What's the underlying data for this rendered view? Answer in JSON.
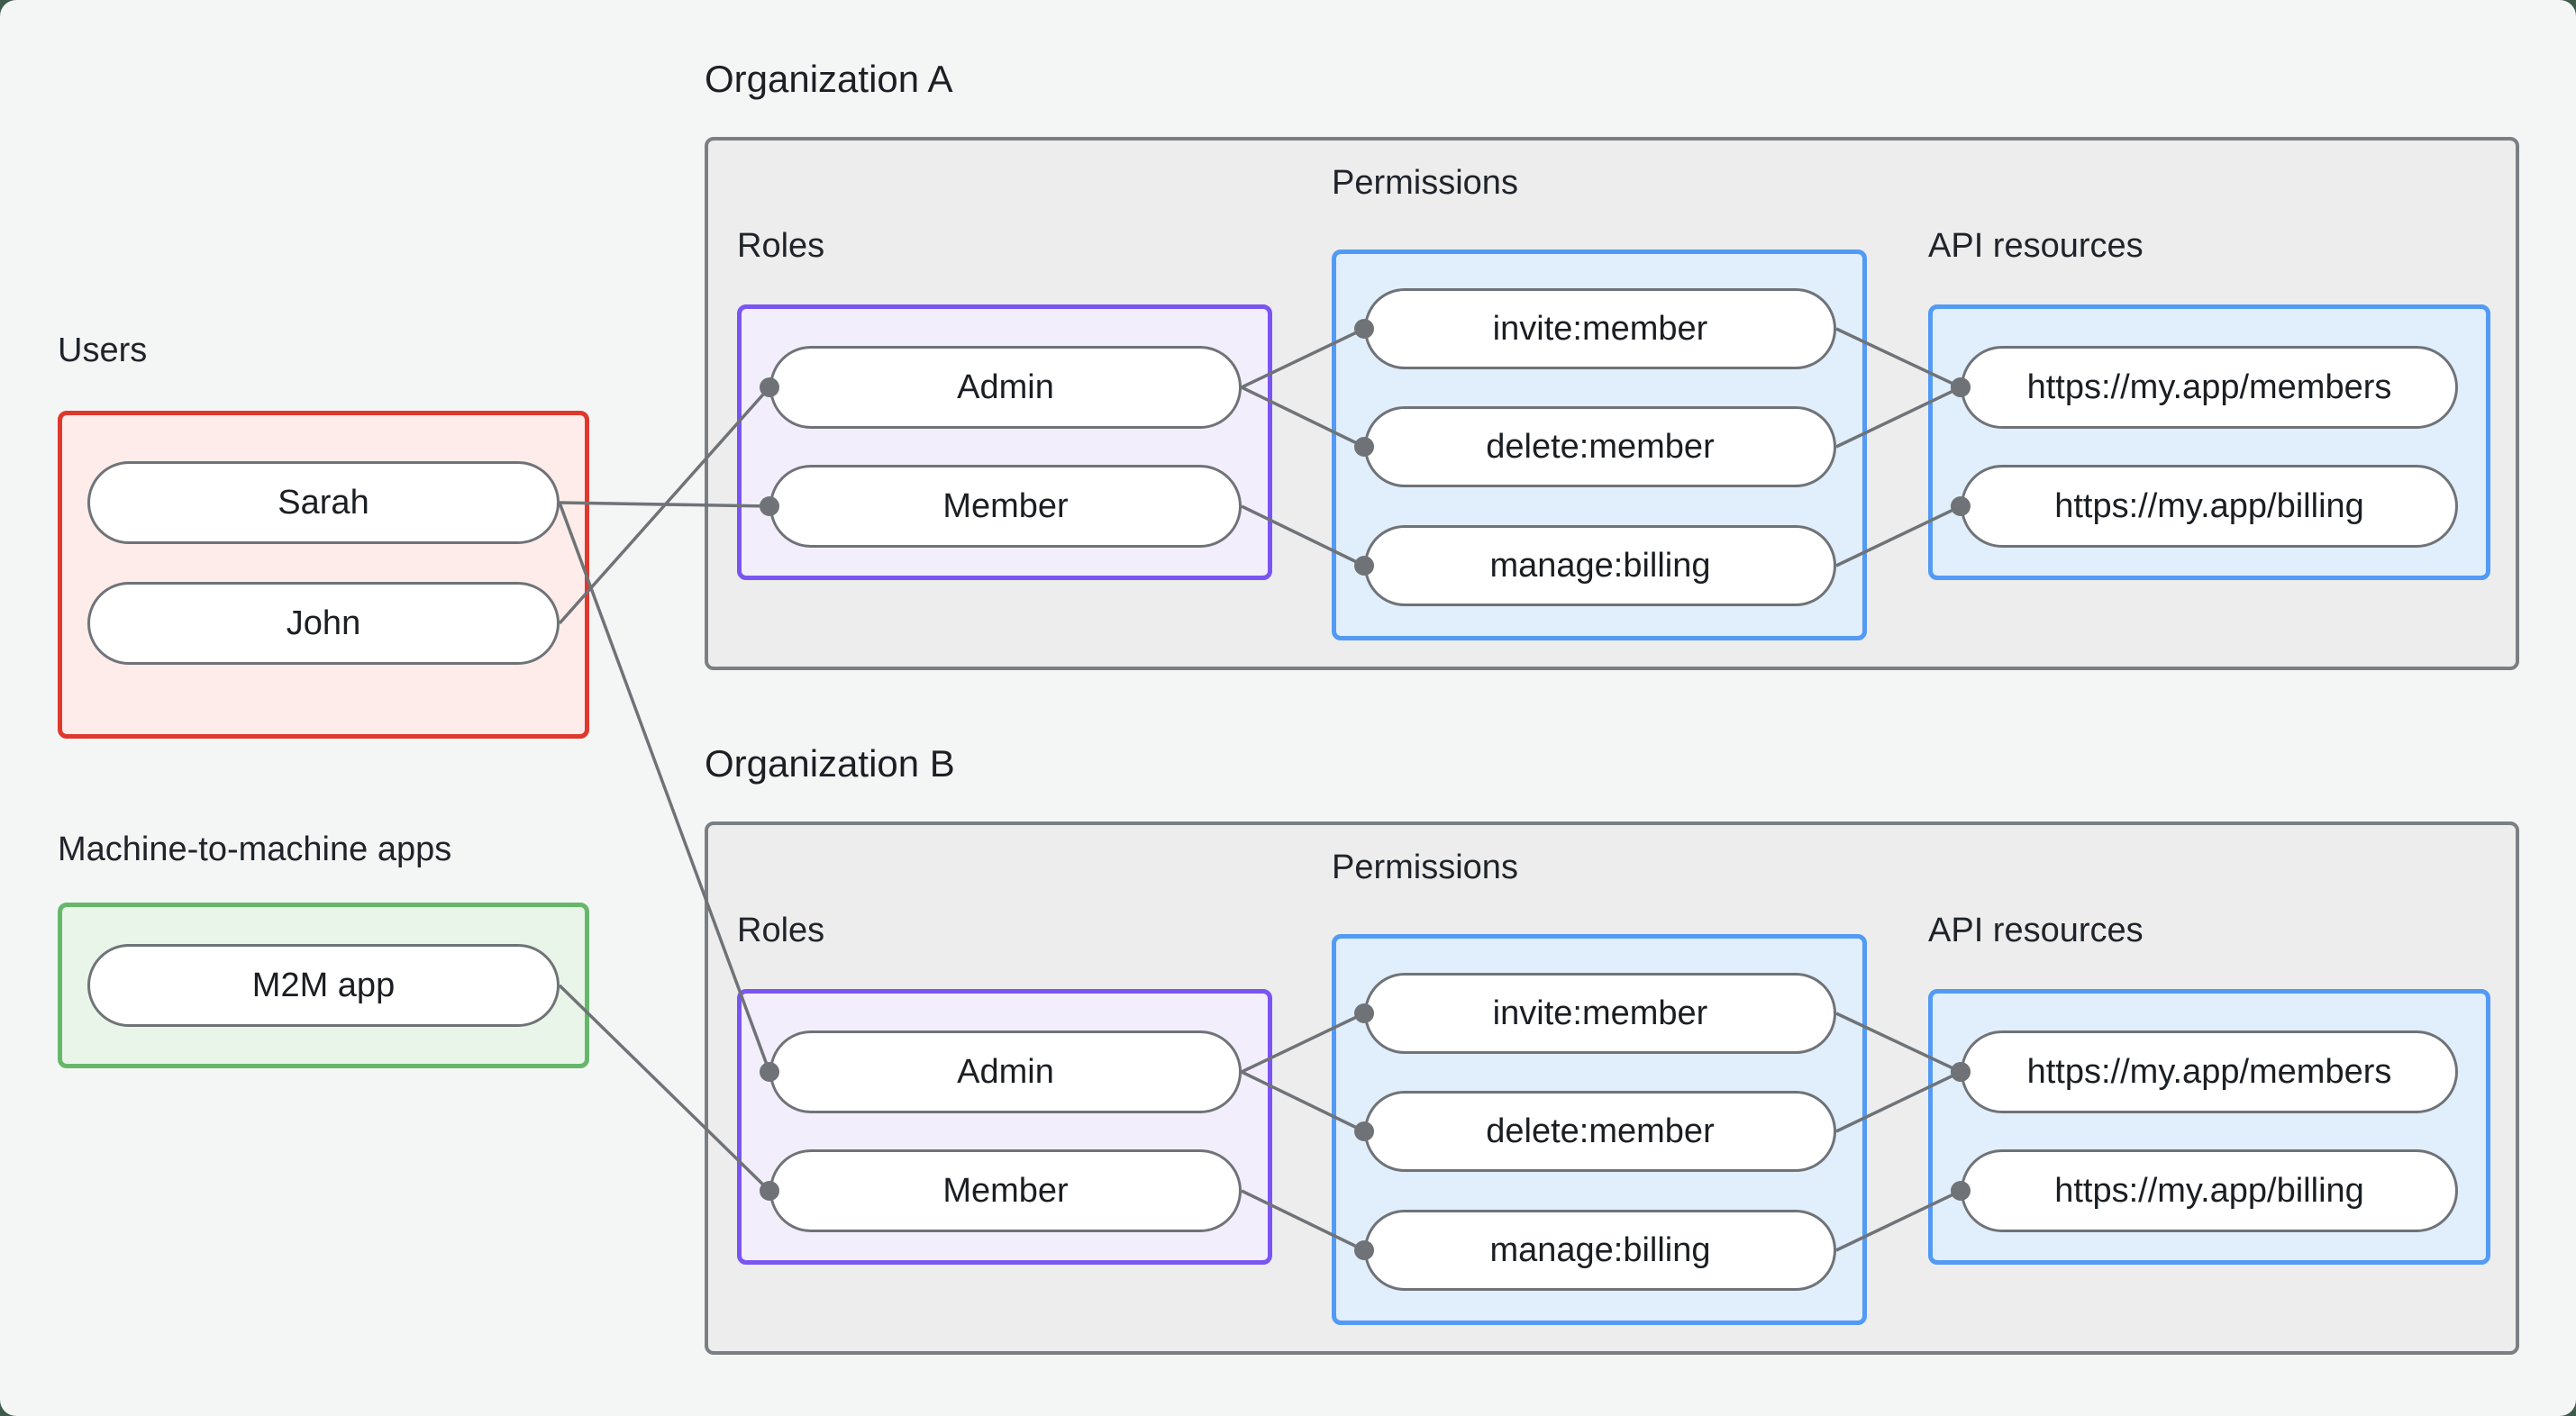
{
  "colors": {
    "canvas_background": "#f4f6f5",
    "outer_corner_background": "#3f5b4c",
    "org_box_fill": "#ecedec",
    "org_box_border": "#7b7f83",
    "users_box_fill": "#fdecea",
    "users_box_border": "#df382d",
    "m2m_box_fill": "#e9f5e9",
    "m2m_box_border": "#67b76b",
    "roles_box_fill": "#f3eefc",
    "roles_box_border": "#7a55f2",
    "permissions_box_fill": "#e1eefb",
    "permissions_box_border": "#539af5",
    "api_box_fill": "#e1eefb",
    "api_box_border": "#539af5",
    "node_fill": "#ffffff",
    "node_border": "#6f7377",
    "edge_line": "#6f7377",
    "edge_dot": "#6f7377",
    "text": "#1b1e22"
  },
  "users_section": {
    "label": "Users",
    "nodes": [
      {
        "id": "sarah",
        "label": "Sarah"
      },
      {
        "id": "john",
        "label": "John"
      }
    ]
  },
  "m2m_section": {
    "label": "Machine-to-machine apps",
    "nodes": [
      {
        "id": "m2m",
        "label": "M2M app"
      }
    ]
  },
  "organizations": [
    {
      "title": "Organization A",
      "roles_label": "Roles",
      "permissions_label": "Permissions",
      "api_label": "API resources",
      "roles": [
        {
          "id": "orgA-admin",
          "label": "Admin"
        },
        {
          "id": "orgA-member",
          "label": "Member"
        }
      ],
      "permissions": [
        {
          "id": "orgA-invite",
          "label": "invite:member"
        },
        {
          "id": "orgA-delete",
          "label": "delete:member"
        },
        {
          "id": "orgA-manage",
          "label": "manage:billing"
        }
      ],
      "api_resources": [
        {
          "id": "orgA-members",
          "label": "https://my.app/members"
        },
        {
          "id": "orgA-billing",
          "label": "https://my.app/billing"
        }
      ]
    },
    {
      "title": "Organization B",
      "roles_label": "Roles",
      "permissions_label": "Permissions",
      "api_label": "API resources",
      "roles": [
        {
          "id": "orgB-admin",
          "label": "Admin"
        },
        {
          "id": "orgB-member",
          "label": "Member"
        }
      ],
      "permissions": [
        {
          "id": "orgB-invite",
          "label": "invite:member"
        },
        {
          "id": "orgB-delete",
          "label": "delete:member"
        },
        {
          "id": "orgB-manage",
          "label": "manage:billing"
        }
      ],
      "api_resources": [
        {
          "id": "orgB-members",
          "label": "https://my.app/members"
        },
        {
          "id": "orgB-billing",
          "label": "https://my.app/billing"
        }
      ]
    }
  ],
  "edges": [
    [
      "sarah",
      "orgA-member"
    ],
    [
      "john",
      "orgA-admin"
    ],
    [
      "sarah",
      "orgB-admin"
    ],
    [
      "m2m",
      "orgB-member"
    ],
    [
      "orgA-admin",
      "orgA-invite"
    ],
    [
      "orgA-admin",
      "orgA-delete"
    ],
    [
      "orgA-member",
      "orgA-manage"
    ],
    [
      "orgA-invite",
      "orgA-members"
    ],
    [
      "orgA-delete",
      "orgA-members"
    ],
    [
      "orgA-manage",
      "orgA-billing"
    ],
    [
      "orgB-admin",
      "orgB-invite"
    ],
    [
      "orgB-admin",
      "orgB-delete"
    ],
    [
      "orgB-member",
      "orgB-manage"
    ],
    [
      "orgB-invite",
      "orgB-members"
    ],
    [
      "orgB-delete",
      "orgB-members"
    ],
    [
      "orgB-manage",
      "orgB-billing"
    ]
  ]
}
